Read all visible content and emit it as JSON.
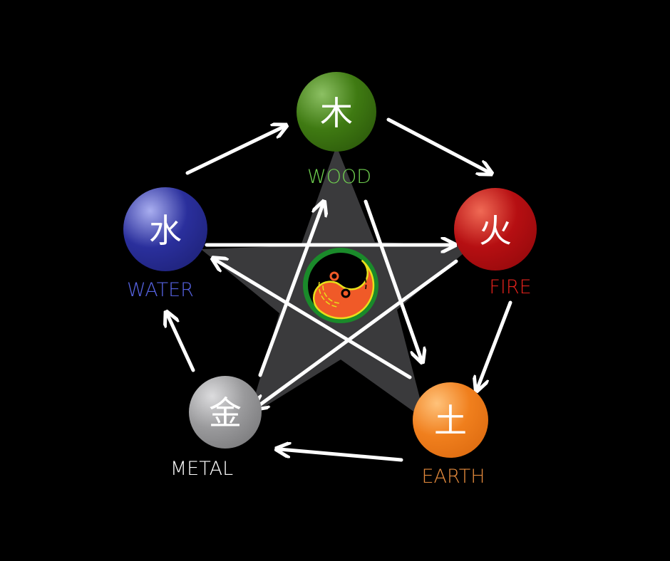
{
  "title": "Five Elements",
  "elements": [
    {
      "key": "wood",
      "name": "WOOD",
      "glyph": "木",
      "color": "#3f7a12",
      "light": "#8cc063",
      "label_color": "#6fcf4f"
    },
    {
      "key": "fire",
      "name": "FIRE",
      "glyph": "火",
      "color": "#b60f12",
      "light": "#f06a55",
      "label_color": "#e3221c"
    },
    {
      "key": "earth",
      "name": "EARTH",
      "glyph": "土",
      "color": "#f07f1d",
      "light": "#ffc27a",
      "label_color": "#e48a3c"
    },
    {
      "key": "metal",
      "name": "METAL",
      "glyph": "金",
      "color": "#8c8c8e",
      "light": "#dcdcde",
      "label_color": "#ffffff"
    },
    {
      "key": "water",
      "name": "WATER",
      "glyph": "水",
      "color": "#2a2f9c",
      "light": "#a9aef0",
      "label_color": "#5562e0"
    }
  ],
  "center_icon": "yin-yang-icon",
  "colors": {
    "background": "#000000",
    "star": "#3a3a3c",
    "arrow": "#ffffff"
  }
}
